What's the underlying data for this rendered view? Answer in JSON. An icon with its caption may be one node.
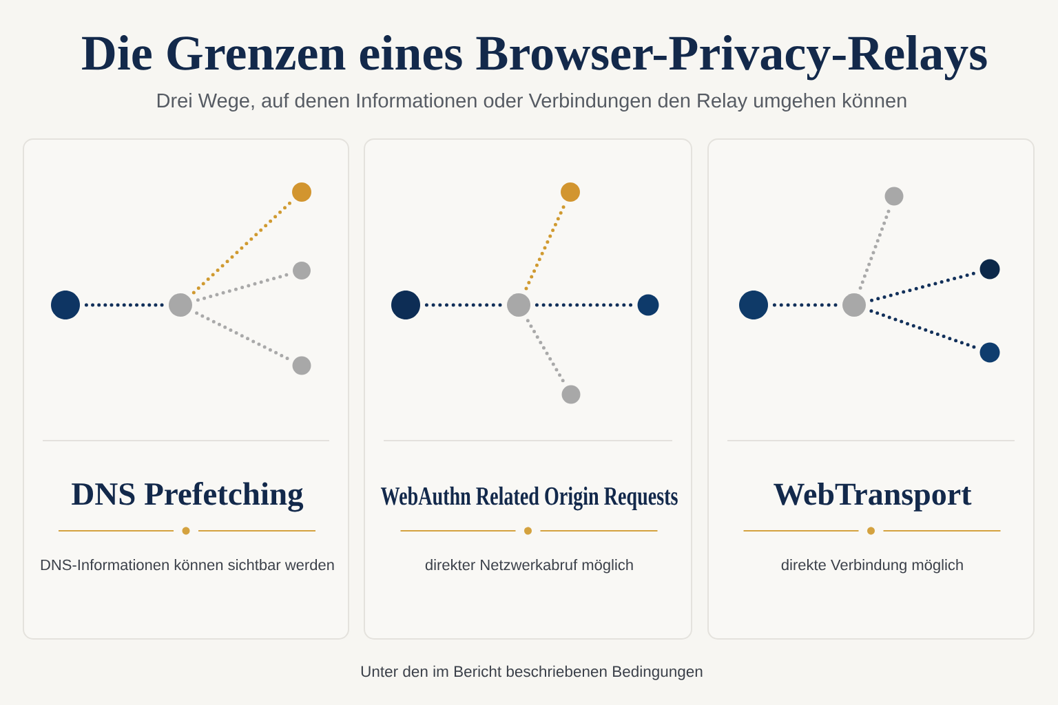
{
  "diagram": {
    "title": "Die Grenzen eines Browser-Privacy-Relays",
    "nodes": [
      {
        "text": [
          "DNS Prefetching",
          "DNS-Informationen können sichtbar werden"
        ]
      },
      {
        "text": [],
        "shape": "circle",
        "in": 0
      },
      {
        "text": [],
        "shape": "circle",
        "in": 0
      },
      {
        "text": [],
        "shape": "circle",
        "in": 0
      },
      {
        "text": [],
        "shape": "circle",
        "in": 0
      },
      {
        "text": [],
        "shape": "circle",
        "in": 0
      },
      {
        "text": [
          "WebAuthn Related Origin Requests",
          "direkter Netzwerkabruf möglich"
        ]
      },
      {
        "text": [],
        "shape": "circle",
        "in": 6
      },
      {
        "text": [],
        "shape": "circle",
        "in": 6
      },
      {
        "text": [],
        "shape": "circle",
        "in": 6
      },
      {
        "text": [],
        "shape": "circle",
        "in": 6
      },
      {
        "text": [],
        "shape": "circle",
        "in": 6
      },
      {
        "text": [
          "WebTransport",
          "direkte Verbindung möglich"
        ]
      },
      {
        "text": [],
        "shape": "circle",
        "in": 12
      },
      {
        "text": [],
        "shape": "circle",
        "in": 12
      },
      {
        "text": [],
        "shape": "circle",
        "in": 12
      },
      {
        "text": [],
        "shape": "circle",
        "in": 12
      },
      {
        "text": [],
        "shape": "circle",
        "in": 12
      }
    ],
    "edges": [
      {
        "from": 1,
        "to": 2,
        "arrow": "none"
      },
      {
        "from": 2,
        "to": 3,
        "arrow": "none",
        "color": "#d09a30"
      },
      {
        "from": 2,
        "to": 4,
        "arrow": "none",
        "color": "#a9a9a9"
      },
      {
        "from": 2,
        "to": 5,
        "arrow": "none",
        "color": "#a9a9a9"
      },
      {
        "from": 7,
        "to": 8,
        "arrow": "none"
      },
      {
        "from": 8,
        "to": 9,
        "arrow": "none",
        "color": "#d09a30"
      },
      {
        "from": 8,
        "to": 10,
        "arrow": "none"
      },
      {
        "from": 8,
        "to": 11,
        "arrow": "none",
        "color": "#a9a9a9"
      },
      {
        "from": 13,
        "to": 14,
        "arrow": "none"
      },
      {
        "from": 14,
        "to": 15,
        "arrow": "none",
        "color": "#a9a9a9"
      },
      {
        "from": 14,
        "to": 16,
        "arrow": "none"
      },
      {
        "from": 14,
        "to": 17,
        "arrow": "none"
      }
    ],
    "labels": [
      "Drei Wege, auf denen Informationen oder Verbindungen den Relay umgehen können",
      "Unter den im Bericht beschriebenen Bedingungen"
    ]
  }
}
